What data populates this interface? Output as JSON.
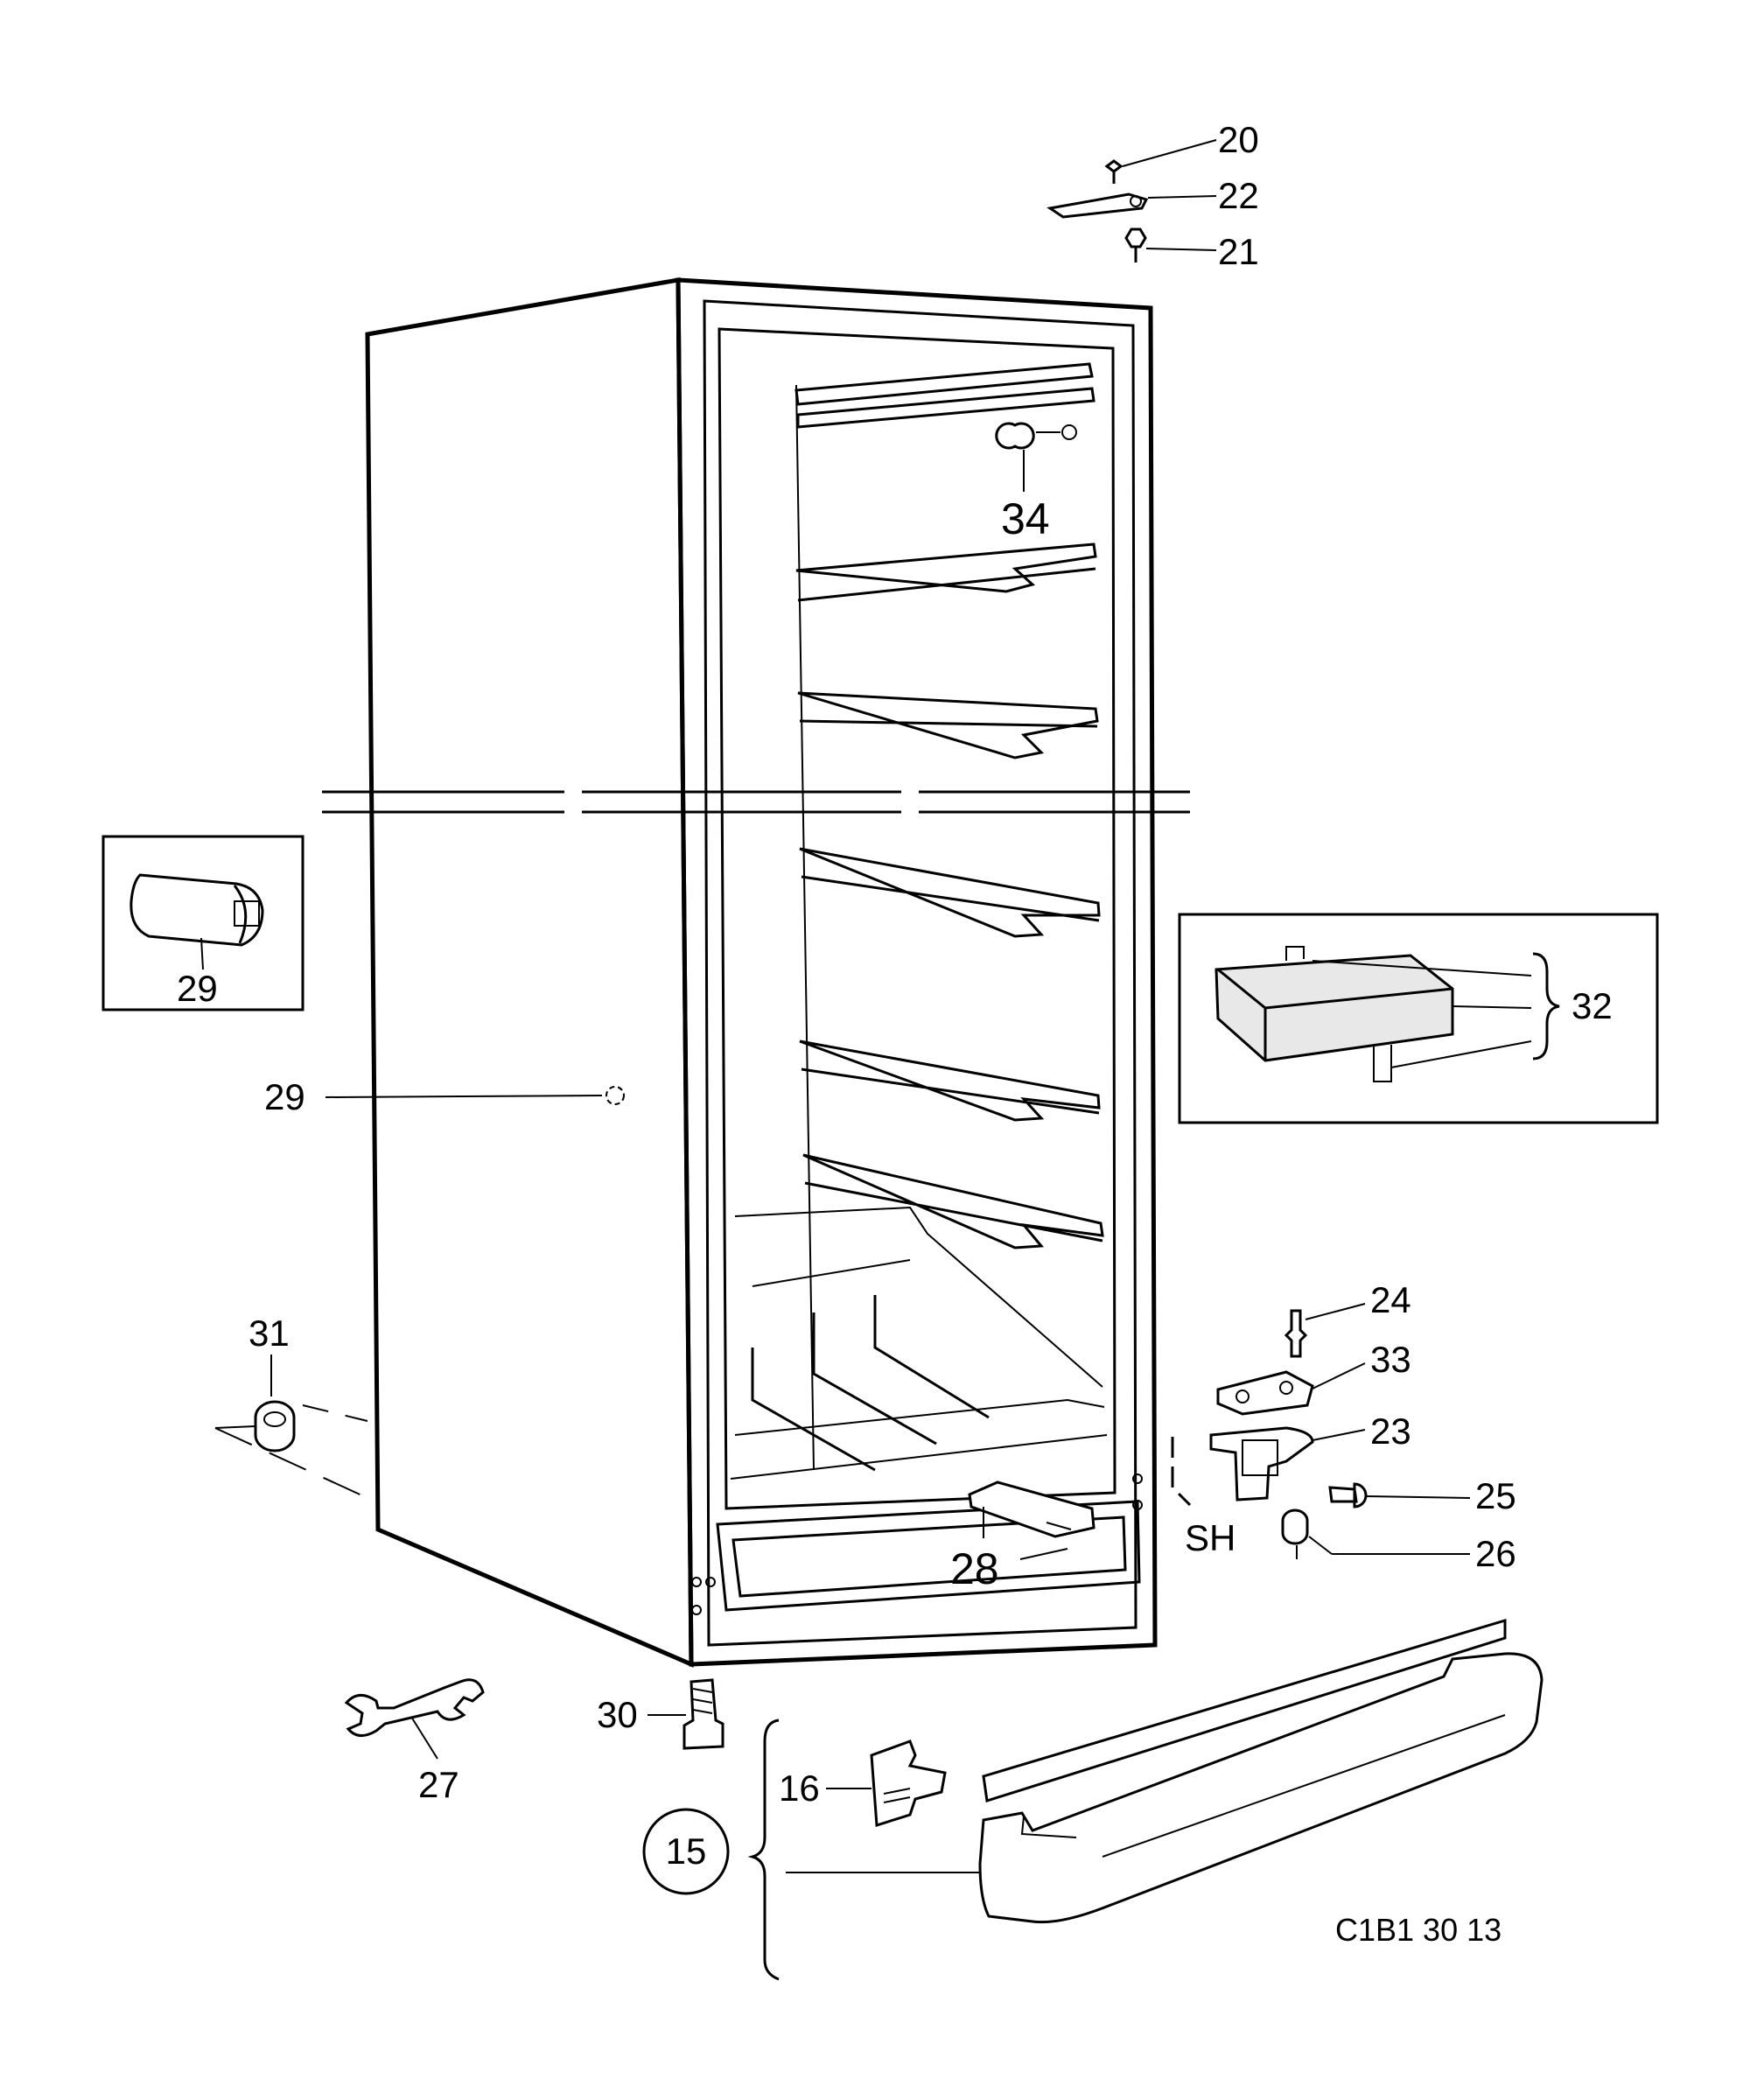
{
  "diagram": {
    "callouts": {
      "c20": "20",
      "c22": "22",
      "c21": "21",
      "c34": "34",
      "c29_inset": "29",
      "c29": "29",
      "c32": "32",
      "c31": "31",
      "c24": "24",
      "c33": "33",
      "c23": "23",
      "c25": "25",
      "c26": "26",
      "c28": "28",
      "sh": "SH",
      "c30": "30",
      "c27": "27",
      "c16": "16",
      "c15": "15"
    },
    "drawing_code": "C1B1 30 13"
  }
}
